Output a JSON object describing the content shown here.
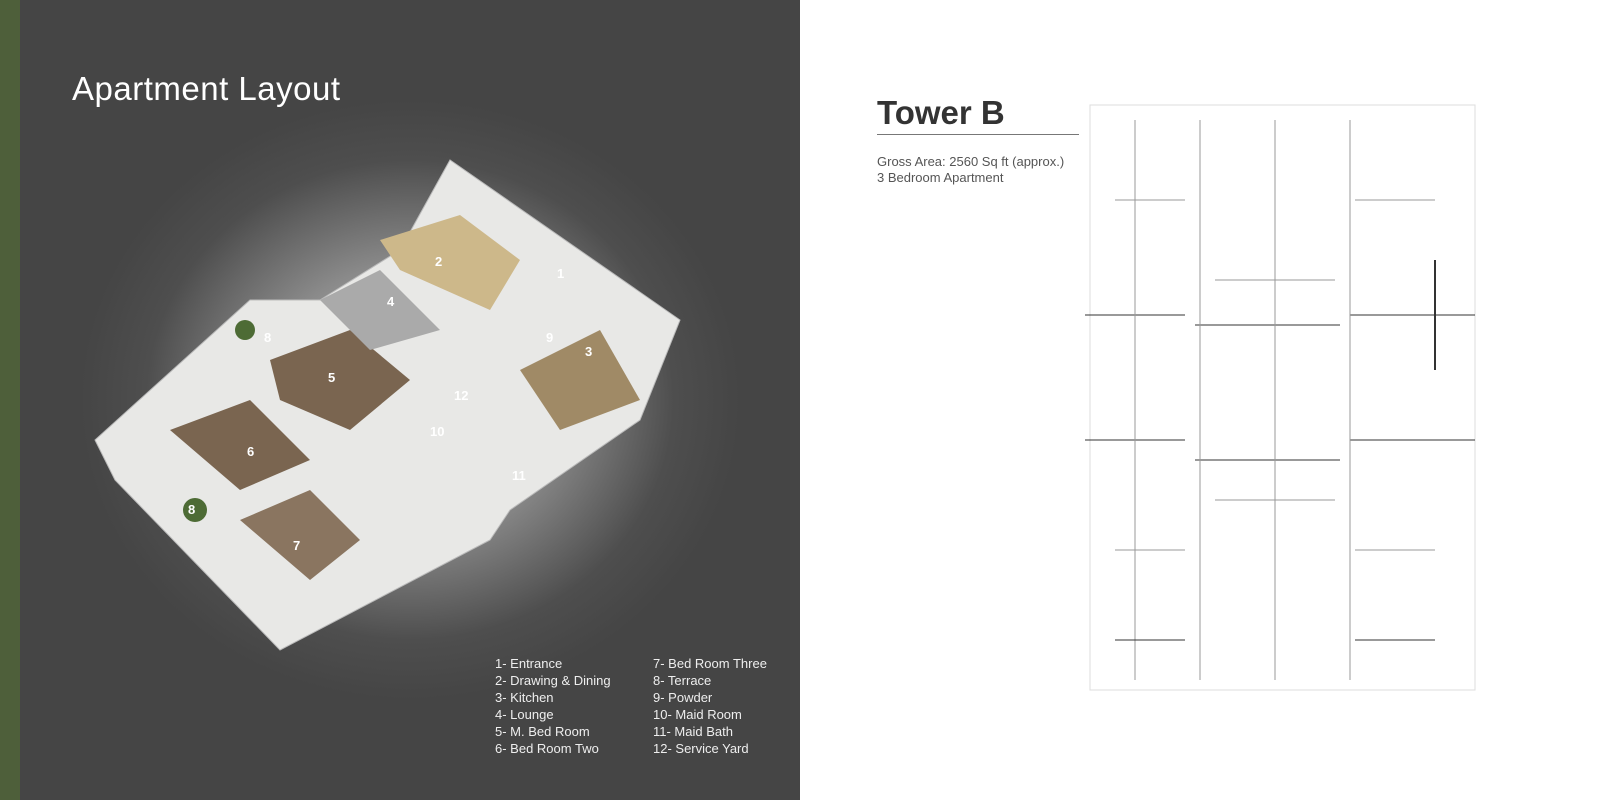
{
  "page": {
    "title": "Apartment Layout"
  },
  "render": {
    "room_numbers": [
      "1",
      "2",
      "3",
      "4",
      "5",
      "6",
      "7",
      "8",
      "8",
      "9",
      "10",
      "11",
      "12"
    ]
  },
  "legend": [
    "1- Entrance",
    "7- Bed Room Three",
    "2- Drawing & Dining",
    "8- Terrace",
    "3- Kitchen",
    "9- Powder",
    "4- Lounge",
    "10- Maid Room",
    "5-  M. Bed Room",
    "11- Maid Bath",
    "6- Bed Room Two",
    "12- Service Yard"
  ],
  "tower": {
    "name": "Tower B",
    "gross_area": "Gross Area: 2560 Sq ft (approx.)",
    "type": "3 Bedroom Apartment"
  },
  "colors": {
    "accent_strip": "#4e5f3a",
    "panel": "#4a4a4a"
  }
}
